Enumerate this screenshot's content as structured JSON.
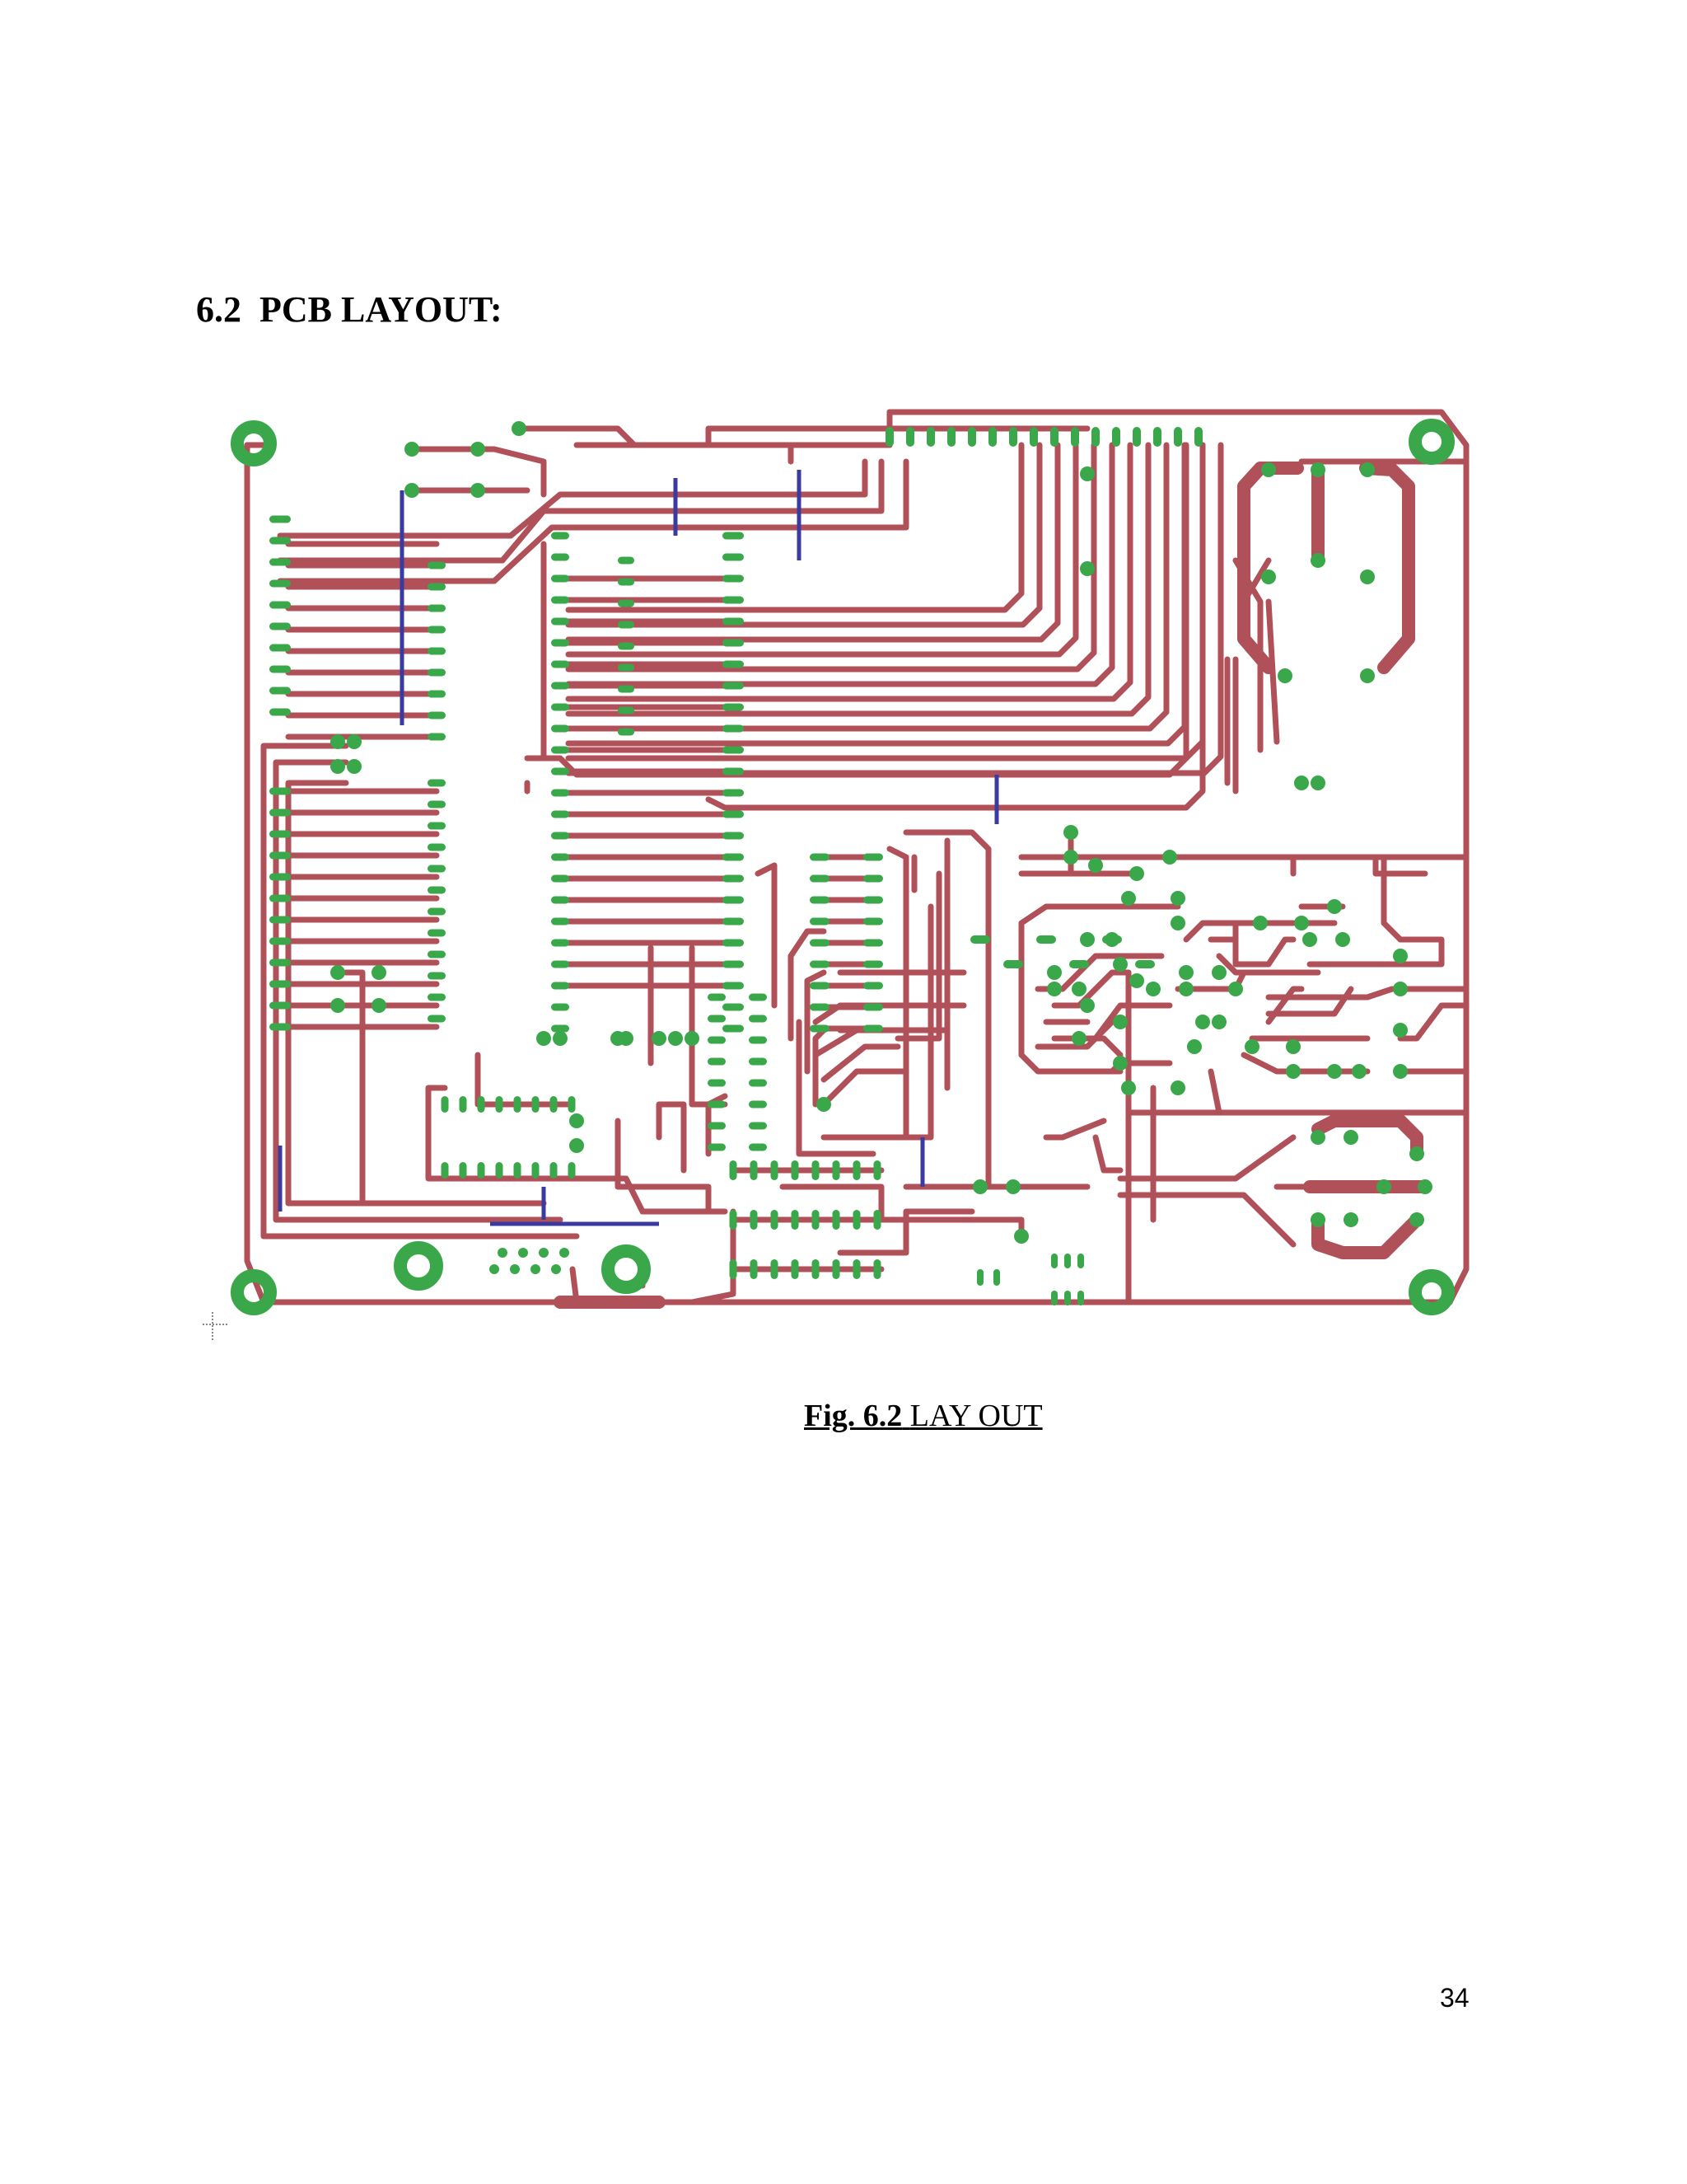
{
  "section_heading": "6.2  PCB LAYOUT:",
  "figure": {
    "caption_label": "Fig. 6.2",
    "caption_text": "LAY OUT"
  },
  "page_number": "34",
  "colors": {
    "trace": "#b05058",
    "pad": "#3aa84a",
    "jumper": "#3a3aa0"
  }
}
